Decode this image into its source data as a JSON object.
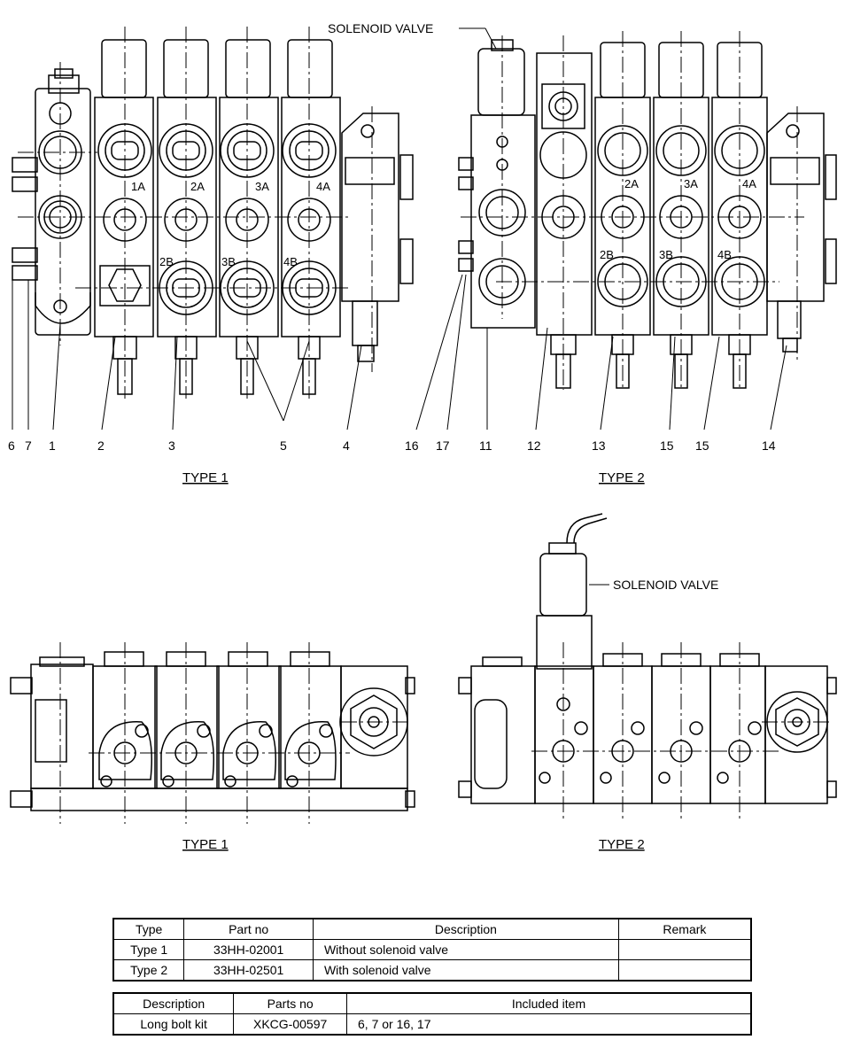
{
  "labels": {
    "solenoid_top": "SOLENOID VALVE",
    "solenoid_bottom": "SOLENOID VALVE",
    "type1_top": "TYPE 1",
    "type2_top": "TYPE 2",
    "type1_bottom": "TYPE 1",
    "type2_bottom": "TYPE 2"
  },
  "ports_type1": [
    "1A",
    "2A",
    "3A",
    "4A",
    "2B",
    "3B",
    "4B"
  ],
  "ports_type2": [
    "2A",
    "3A",
    "4A",
    "2B",
    "3B",
    "4B"
  ],
  "callouts_type1": [
    "6",
    "7",
    "1",
    "2",
    "3",
    "5",
    "4"
  ],
  "callouts_type2": [
    "16",
    "17",
    "11",
    "12",
    "13",
    "15",
    "15",
    "14"
  ],
  "table1": {
    "headers": [
      "Type",
      "Part no",
      "Description",
      "Remark"
    ],
    "rows": [
      [
        "Type 1",
        "33HH-02001",
        "Without solenoid valve",
        ""
      ],
      [
        "Type 2",
        "33HH-02501",
        "With solenoid valve",
        ""
      ]
    ]
  },
  "table2": {
    "headers": [
      "Description",
      "Parts no",
      "Included item"
    ],
    "rows": [
      [
        "Long bolt kit",
        "XKCG-00597",
        "6, 7 or 16, 17"
      ]
    ]
  }
}
